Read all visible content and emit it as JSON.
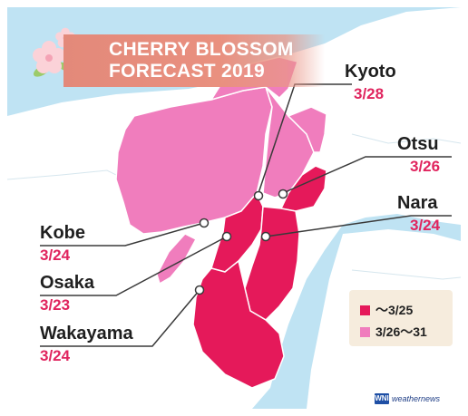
{
  "title": {
    "line1": "CHERRY BLOSSOM",
    "line2": "FORECAST 2019"
  },
  "cities": [
    {
      "name": "Kyoto",
      "date": "3/28"
    },
    {
      "name": "Otsu",
      "date": "3/26"
    },
    {
      "name": "Nara",
      "date": "3/24"
    },
    {
      "name": "Kobe",
      "date": "3/24"
    },
    {
      "name": "Osaka",
      "date": "3/23"
    },
    {
      "name": "Wakayama",
      "date": "3/24"
    }
  ],
  "legend": [
    {
      "label": "～3/25",
      "color": "#e5195a"
    },
    {
      "label": "3/26～31",
      "color": "#f07dbd"
    }
  ],
  "logo": {
    "mark": "WNI",
    "text": "weathernews"
  },
  "colors": {
    "water": "#bfe3f3",
    "land": "#ffffff",
    "early_bloom": "#e5195a",
    "late_bloom": "#f07dbd",
    "banner": "#e3897a",
    "date_text": "#e0245e"
  }
}
